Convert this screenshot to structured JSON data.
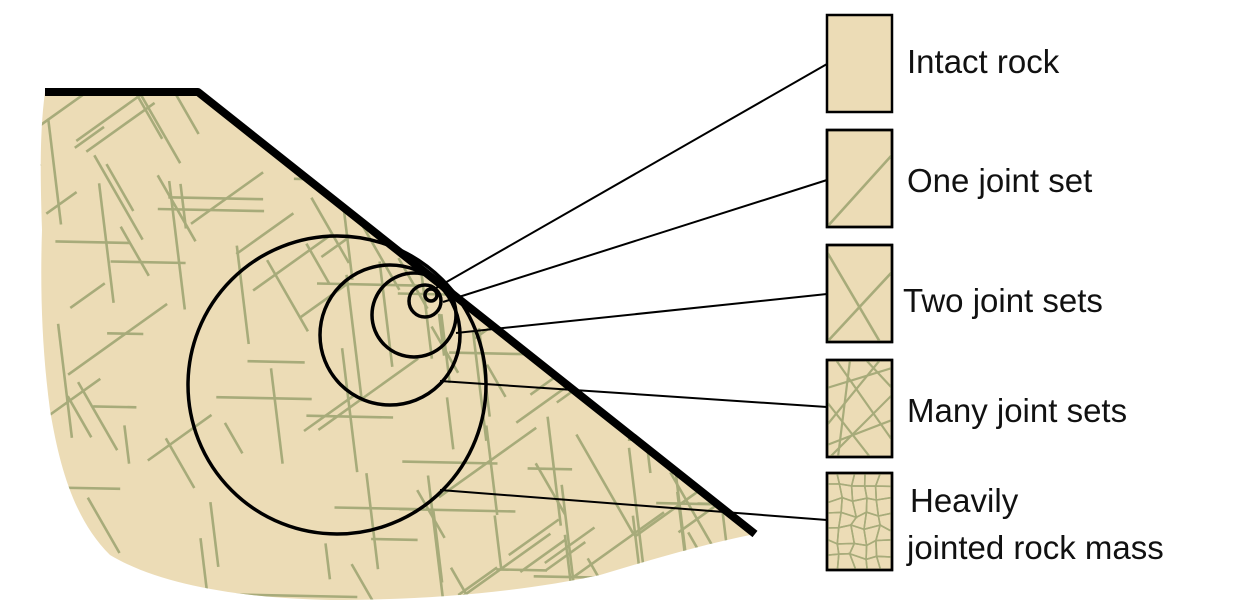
{
  "colors": {
    "rock_fill": "#ecdcb6",
    "joint_line": "#a7ab7a",
    "outline": "#000000",
    "text": "#111111"
  },
  "legend": {
    "items": [
      {
        "label": "Intact rock",
        "pattern": "none"
      },
      {
        "label": "One joint set",
        "pattern": "one-set"
      },
      {
        "label": "Two joint sets",
        "pattern": "two-sets"
      },
      {
        "label": "Many joint sets",
        "pattern": "many-sets"
      },
      {
        "label_line1": "Heavily",
        "label_line2": "jointed rock mass",
        "pattern": "blocky"
      }
    ]
  }
}
